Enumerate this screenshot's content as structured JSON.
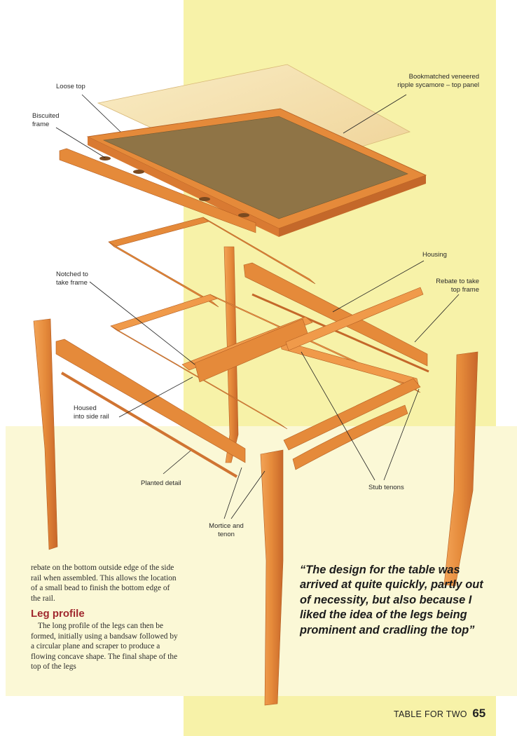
{
  "labels": {
    "loose_top": "Loose top",
    "biscuited_frame_1": "Biscuited",
    "biscuited_frame_2": "frame",
    "veneered_1": "Bookmatched veneered",
    "veneered_2": "ripple sycamore – top panel",
    "housing": "Housing",
    "notched_1": "Notched to",
    "notched_2": "take frame",
    "rebate_1": "Rebate to take",
    "rebate_2": "top frame",
    "housed_1": "Housed",
    "housed_2": "into side rail",
    "planted": "Planted detail",
    "stub_tenons": "Stub tenons",
    "mortice_1": "Mortice and",
    "mortice_2": "tenon"
  },
  "body": {
    "para1": "rebate on the bottom outside edge of the side rail when assembled. This allows the location of a small bead to finish the bottom edge of the rail.",
    "heading": "Leg profile",
    "para2": "The long profile of the legs can then be formed, initially using a bandsaw followed by a circular plane and scraper to produce a flowing concave shape. The final shape of the top of the legs"
  },
  "quote": "“The design for the table was arrived at quite quickly, partly out of necessity, but also because I liked the idea of the legs being prominent and cradling the top”",
  "footer": {
    "section": "TABLE FOR TWO",
    "page": "65"
  },
  "colors": {
    "yellow_band": "#f7f2a8",
    "cream_band": "#fbf8d6",
    "wood": "#e58a3a",
    "wood_dark": "#c4682a",
    "veneer": "#f5e2ae",
    "panel": "#9a7a4a",
    "heading_red": "#a0282e"
  }
}
